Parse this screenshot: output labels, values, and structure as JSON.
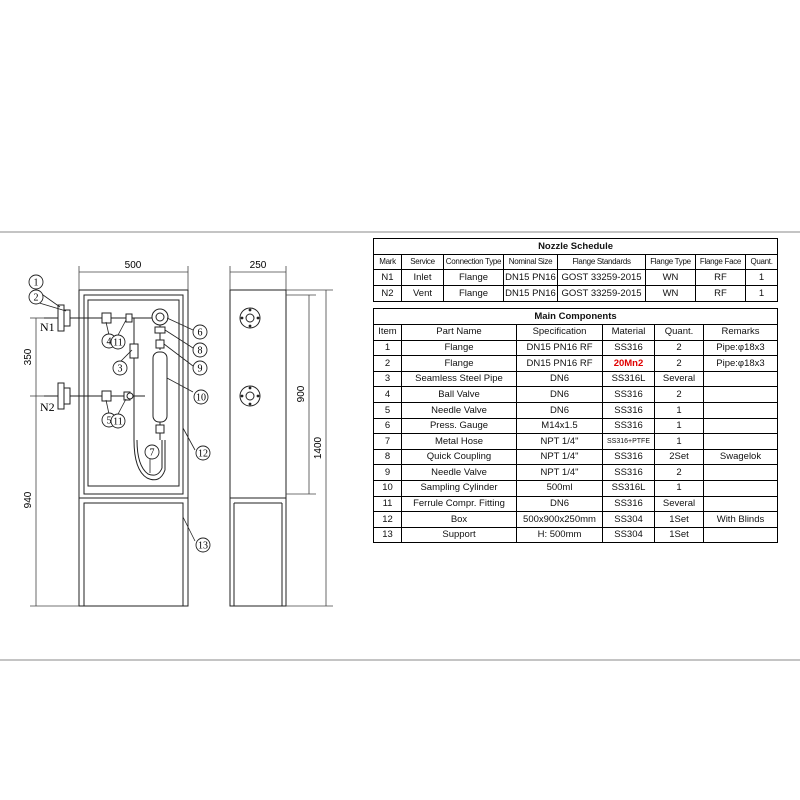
{
  "dimensions": {
    "width_front": "500",
    "width_side": "250",
    "h_350": "350",
    "h_940": "940",
    "h_900": "900",
    "h_1400": "1400"
  },
  "nozzle_labels": {
    "n1": "N1",
    "n2": "N2"
  },
  "balloons": [
    "1",
    "2",
    "3",
    "4",
    "5",
    "6",
    "7",
    "8",
    "9",
    "10",
    "11",
    "11",
    "12",
    "13"
  ],
  "nozzle_schedule": {
    "title": "Nozzle Schedule",
    "headers": [
      "Mark",
      "Service",
      "Connection Type",
      "Nominal Size",
      "Flange Standards",
      "Flange Type",
      "Flange Face",
      "Quant."
    ],
    "rows": [
      [
        "N1",
        "Inlet",
        "Flange",
        "DN15 PN16",
        "GOST 33259-2015",
        "WN",
        "RF",
        "1"
      ],
      [
        "N2",
        "Vent",
        "Flange",
        "DN15 PN16",
        "GOST 33259-2015",
        "WN",
        "RF",
        "1"
      ]
    ]
  },
  "main_components": {
    "title": "Main Components",
    "headers": [
      "Item",
      "Part Name",
      "Specification",
      "Material",
      "Quant.",
      "Remarks"
    ],
    "rows": [
      [
        "1",
        "Flange",
        "DN15 PN16 RF",
        "SS316",
        "2",
        "Pipe:φ18x3"
      ],
      [
        "2",
        "Flange",
        "DN15 PN16 RF",
        "20Mn2",
        "2",
        "Pipe:φ18x3"
      ],
      [
        "3",
        "Seamless Steel Pipe",
        "DN6",
        "SS316L",
        "Several",
        ""
      ],
      [
        "4",
        "Ball Valve",
        "DN6",
        "SS316",
        "2",
        ""
      ],
      [
        "5",
        "Needle Valve",
        "DN6",
        "SS316",
        "1",
        ""
      ],
      [
        "6",
        "Press. Gauge",
        "M14x1.5",
        "SS316",
        "1",
        ""
      ],
      [
        "7",
        "Metal Hose",
        "NPT 1/4\"",
        "SS316+PTFE",
        "1",
        ""
      ],
      [
        "8",
        "Quick Coupling",
        "NPT 1/4\"",
        "SS316",
        "2Set",
        "Swagelok"
      ],
      [
        "9",
        "Needle Valve",
        "NPT 1/4\"",
        "SS316",
        "2",
        ""
      ],
      [
        "10",
        "Sampling Cylinder",
        "500ml",
        "SS316L",
        "1",
        ""
      ],
      [
        "11",
        "Ferrule Compr. Fitting",
        "DN6",
        "SS316",
        "Several",
        ""
      ],
      [
        "12",
        "Box",
        "500x900x250mm",
        "SS304",
        "1Set",
        "With Blinds"
      ],
      [
        "13",
        "Support",
        "H: 500mm",
        "SS304",
        "1Set",
        ""
      ]
    ],
    "highlight_color": "#e00000"
  }
}
